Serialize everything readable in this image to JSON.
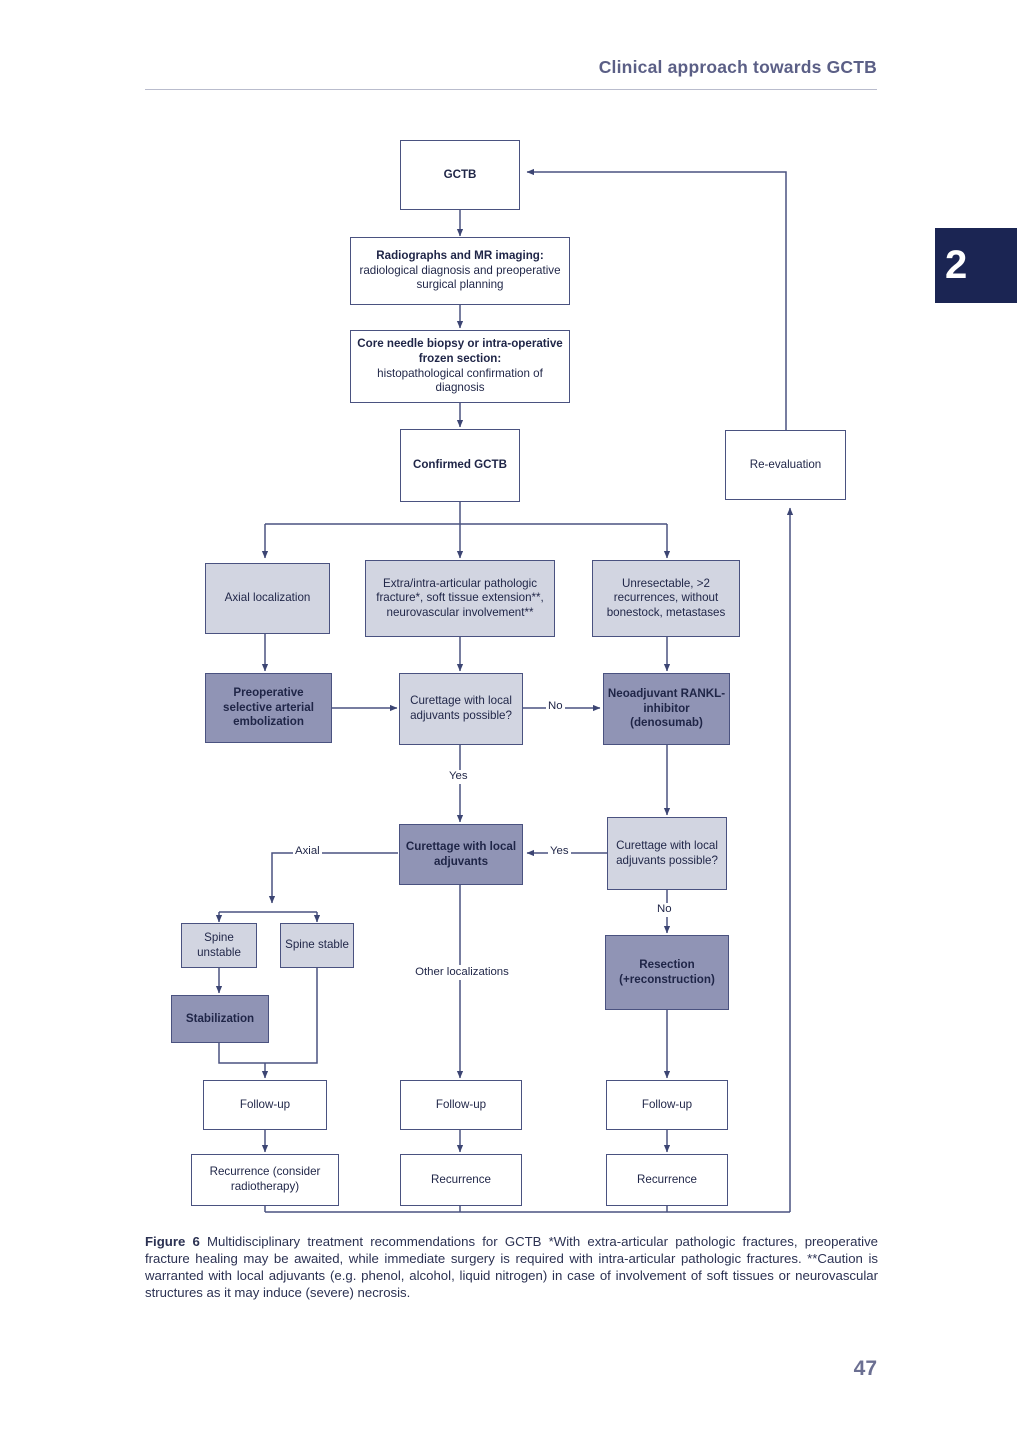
{
  "page": {
    "running_head": "Clinical approach towards GCTB",
    "chapter_tab": "2",
    "page_number": "47",
    "accent_navy": "#1b2553",
    "box_border": "#4a5280",
    "fill_light": "#d2d5e1",
    "fill_dark": "#9094b5",
    "fill_white": "#ffffff"
  },
  "caption": {
    "label": "Figure 6",
    "text": " Multidisciplinary treatment recommendations for GCTB *With extra-articular pathologic fractures, preoperative fracture healing may be awaited, while immediate surgery is required with intra-articular pathologic fractures. **Caution is warranted with local adjuvants (e.g. phenol, alcohol, liquid nitrogen) in case of involvement of soft tissues or neurovascular structures as it may induce (severe) necrosis."
  },
  "flowchart": {
    "nodes": {
      "gctb": "GCTB",
      "imaging_title": "Radiographs and MR imaging:",
      "imaging_body": "radiological diagnosis and preoperative surgical planning",
      "biopsy_title": "Core needle biopsy or intra-operative frozen section:",
      "biopsy_body": "histopathological confirmation of diagnosis",
      "confirmed": "Confirmed GCTB",
      "reevaluation": "Re-evaluation",
      "axial_localization": "Axial localization",
      "extra_intra": "Extra/intra-articular pathologic fracture*, soft tissue extension**, neurovascular involvement**",
      "unresectable": "Unresectable, >2 recurrences, without bonestock, metastases",
      "embolization": "Preoperative selective arterial embolization",
      "curettage_q_mid": "Curettage with local adjuvants possible?",
      "denosumab": "Neoadjuvant RANKL-inhibitor (denosumab)",
      "curettage_do": "Curettage with local adjuvants",
      "curettage_q_right": "Curettage with local adjuvants possible?",
      "spine_unstable": "Spine unstable",
      "spine_stable": "Spine stable",
      "stabilization": "Stabilization",
      "resection": "Resection (+reconstruction)",
      "followup_left": "Follow-up",
      "followup_mid": "Follow-up",
      "followup_right": "Follow-up",
      "recurrence_left": "Recurrence (consider radiotherapy)",
      "recurrence_mid": "Recurrence",
      "recurrence_right": "Recurrence"
    },
    "edge_labels": {
      "no_mid_to_denosumab": "No",
      "yes_mid_down": "Yes",
      "yes_right_to_curettage": "Yes",
      "no_right_to_resection": "No",
      "axial": "Axial",
      "other_localizations": "Other localizations"
    }
  }
}
